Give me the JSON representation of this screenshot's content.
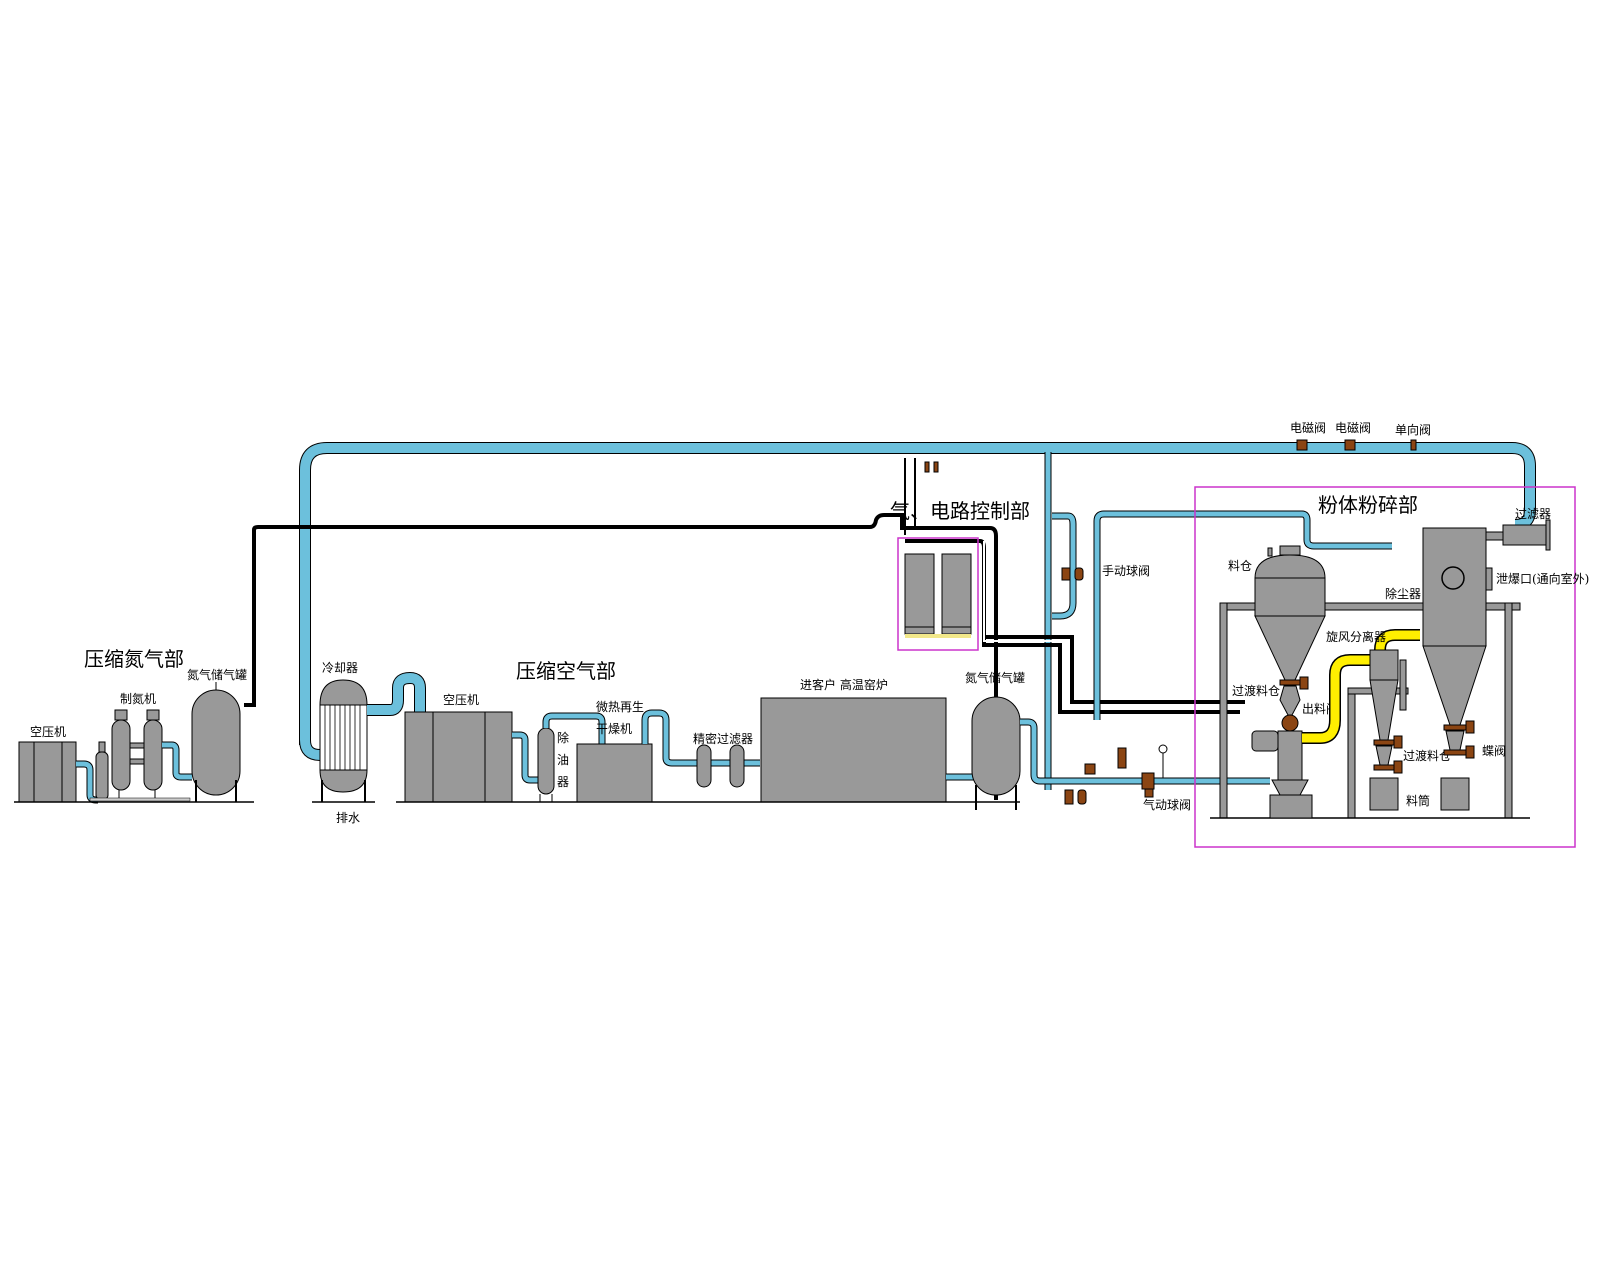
{
  "title": "Powder grinding process flow diagram",
  "colors": {
    "equipment": "#999999",
    "air_pipe": "#6cc0dc",
    "product_pipe": "#ffef00",
    "valve": "#8b4513",
    "section_frame": "#cc33cc"
  },
  "sections": {
    "nitrogen": "压缩氮气部",
    "air": "压缩空气部",
    "control": "气、电路控制部",
    "milling": "粉体粉碎部"
  },
  "labels": {
    "n2_compressor": "空压机",
    "n2_generator": "制氮机",
    "n2_tank_1": "氮气储气罐",
    "cooler": "冷却器",
    "drain": "排水",
    "air_compressor": "空压机",
    "oil_remover_1": "除",
    "oil_remover_2": "油",
    "oil_remover_3": "器",
    "dryer_1": "微热再生",
    "dryer_2": "干燥机",
    "precision_filter": "精密过滤器",
    "kiln": "进客户 高温窑炉",
    "n2_tank_2": "氮气储气罐",
    "manual_ball_valve": "手动球阀",
    "pneumatic_ball_valve": "气动球阀",
    "solenoid_valve_1": "电磁阀",
    "solenoid_valve_2": "电磁阀",
    "check_valve": "单向阀",
    "filter": "过滤器",
    "vent": "泄爆口(通向室外)",
    "hopper": "料仓",
    "dust_collector": "除尘器",
    "cyclone": "旋风分离器",
    "transition_bin_1": "过渡料仓",
    "discharge_valve": "出料阀",
    "transition_bin_2": "过渡料仓",
    "butterfly_valve": "蝶阀",
    "material_drum": "料筒"
  }
}
